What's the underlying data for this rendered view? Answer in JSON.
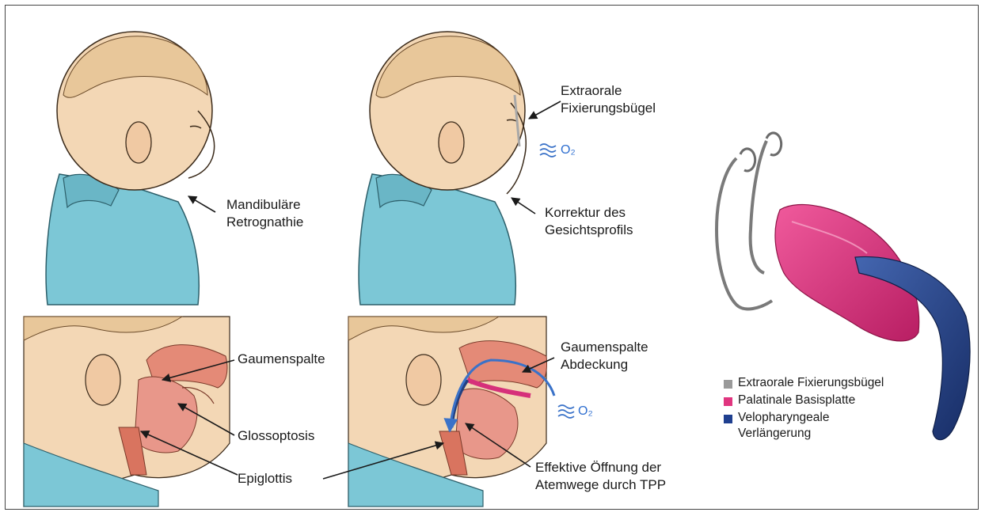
{
  "labels": {
    "mandibulaere": "Mandibuläre\nRetrognathie",
    "extraorale": "Extraorale\nFixierungsbügel",
    "korrektur": "Korrektur des\nGesichtsprofils",
    "gaumenspalte": "Gaumenspalte",
    "glossoptosis": "Glossoptosis",
    "epiglottis": "Epiglottis",
    "gaumenspalte_abdeckung": "Gaumenspalte\nAbdeckung",
    "effektive": "Effektive Öffnung der\nAtemwege durch TPP",
    "o2_top": "O₂",
    "o2_bottom": "O₂"
  },
  "legend": {
    "items": [
      {
        "label": "Extraorale Fixierungsbügel",
        "color": "#9a9a9a"
      },
      {
        "label": "Palatinale Basisplatte",
        "color": "#e0357f"
      },
      {
        "label": "Velopharyngeale\nVerlängerung",
        "color": "#1f3f8f"
      }
    ]
  },
  "colors": {
    "skin": "#f3d7b5",
    "hair": "#e8c79a",
    "shirt": "#7cc7d6",
    "tissue": "#e48a77",
    "airway_arrow": "#3a72c8",
    "device_pink": "#d6307a",
    "device_blue": "#24407f"
  }
}
